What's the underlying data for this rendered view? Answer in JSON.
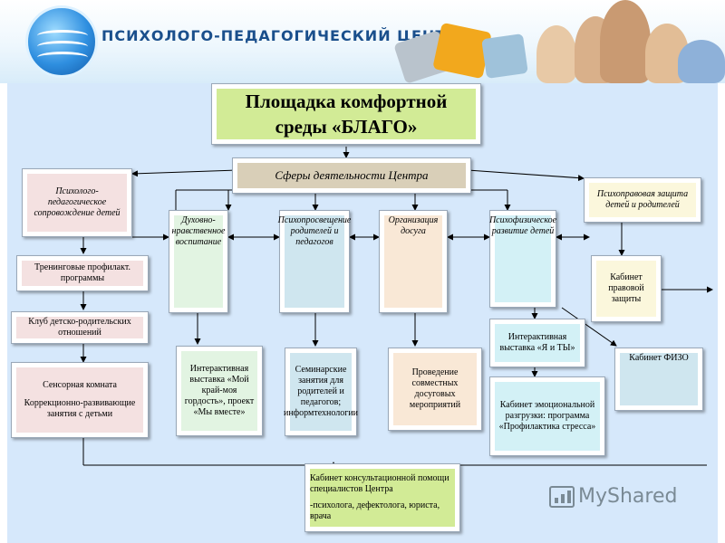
{
  "header": {
    "title": "ПСИХОЛОГО-ПЕДАГОГИЧЕСКИЙ ЦЕНТР"
  },
  "diagram": {
    "title_line1": "Площадка комфортной",
    "title_line2": "среды «БЛАГО»",
    "spheres": "Сферы деятельности Центра",
    "left_head": "Психолого-педагогическое сопровождение детей",
    "spiritual": "Духовно-нравственное воспитание",
    "enlight": "Психопросвещение родителей и педагогов",
    "leisure": "Организация досуга",
    "physical": "Психофизическое развитие детей",
    "legal_head": "Психоправовая защита детей и родителей",
    "training": "Тренинговые профилакт. программы",
    "club": "Клуб детско-родительских отношений",
    "sensory_a": "Сенсорная комната",
    "sensory_b": "Коррекционно-развивающие занятия с детьми",
    "exhibit_region": "Интерактивная выставка «Мой край-моя гордость», проект «Мы вместе»",
    "seminars": "Семинарские занятия для родителей и педагогов; информтехнологии",
    "events": "Проведение совместных досуговых мероприятий",
    "exhibit_me": "Интерактивная выставка «Я и ТЫ»",
    "emotional": "Кабинет эмоциональной разгрузки: программа «Профилактика стресса»",
    "legal_office": "Кабинет правовой защиты",
    "physio": "Кабинет ФИЗО",
    "consult_a": "Кабинет консультационной помощи специалистов Центра",
    "consult_b": "-психолога, дефектолога, юриста, врача"
  },
  "watermark": {
    "text": "MyShared"
  },
  "colors": {
    "background": "#d6e8fb",
    "title_box": "#d2eb96",
    "spheres_box": "#d9cfb8",
    "header_text": "#1a4f8c"
  }
}
